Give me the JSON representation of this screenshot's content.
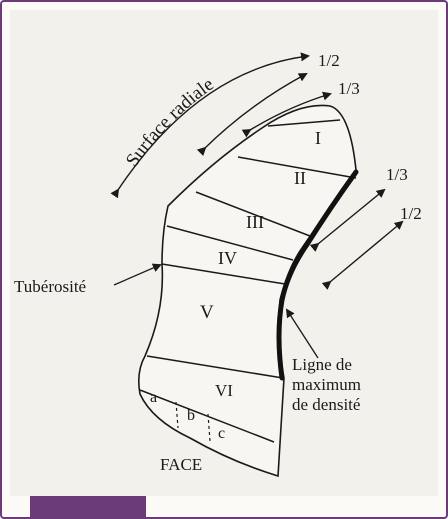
{
  "diagram": {
    "surface_label": "Surface radiale",
    "fractions_top": [
      "1/2",
      "1/3"
    ],
    "fractions_right": [
      "1/3",
      "1/2"
    ],
    "zones": [
      "I",
      "II",
      "III",
      "IV",
      "V",
      "VI",
      "a",
      "b",
      "c"
    ],
    "tuberosite_label": "Tubérosité",
    "density_label": [
      "Ligne de",
      "maximum",
      "de densité"
    ],
    "face_label": "FACE"
  },
  "colors": {
    "accent": "#6b3a78",
    "ink": "#1a1a1a",
    "background": "#f2f1ec"
  }
}
